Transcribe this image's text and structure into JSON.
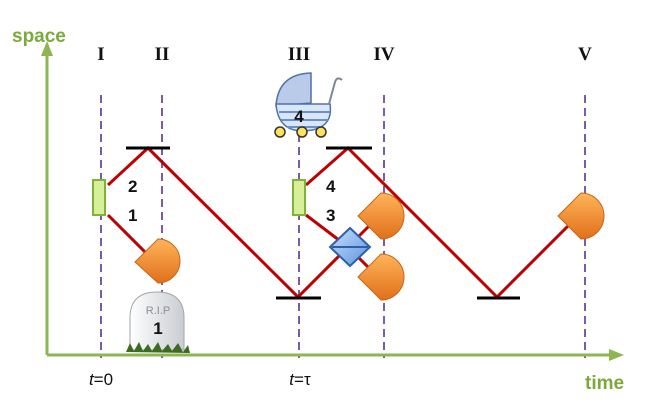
{
  "axes": {
    "x_title": "time",
    "y_title": "space",
    "color": "#8db552"
  },
  "columns": {
    "I": "I",
    "II": "II",
    "III": "III",
    "IV": "IV",
    "V": "V"
  },
  "time_ticks": {
    "t0_var": "t",
    "t0_rest": "=0",
    "tau_var": "t",
    "tau_rest": "=τ"
  },
  "photon_labels": {
    "left_upper": "2",
    "left_lower": "1",
    "right_upper": "4",
    "right_lower": "3"
  },
  "tombstone": {
    "engraving": "R.I.P",
    "number": "1"
  },
  "stroller": {
    "number": "4"
  },
  "colors": {
    "photon_path": "#c00000",
    "dashed_guides": "#7b5aa6",
    "mirror": "#000000",
    "detector": "#f08a24",
    "source": "#d8ef9a",
    "beam_splitter": "#6da4e6"
  }
}
